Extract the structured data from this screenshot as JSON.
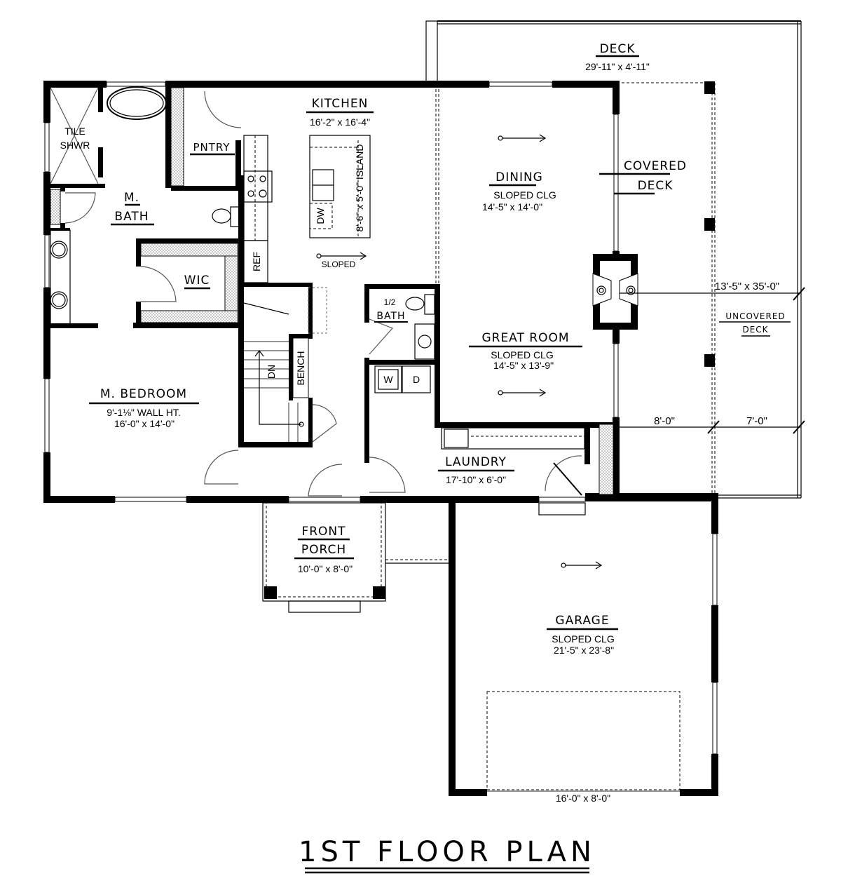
{
  "plan": {
    "title": "1ST FLOOR PLAN",
    "rooms": {
      "deck": {
        "name": "DECK",
        "size": "29'-11\" x 4'-11\""
      },
      "kitchen": {
        "name": "KITCHEN",
        "size": "16'-2\" x 16'-4\""
      },
      "island": {
        "label": "8'-6\" x 5'-0\" ISLAND",
        "dw": "DW"
      },
      "kitchen_sloped": "SLOPED",
      "ref": "REF",
      "pantry": {
        "name": "PNTRY"
      },
      "tile_shower": {
        "line1": "TILE",
        "line2": "SHWR"
      },
      "master_bath": {
        "line1": "M.",
        "line2": "BATH"
      },
      "wic": {
        "name": "WIC"
      },
      "dining": {
        "name": "DINING",
        "ceiling": "SLOPED CLG",
        "size": "14'-5\" x 14'-0\""
      },
      "covered_deck": {
        "line1": "COVERED",
        "line2": "DECK"
      },
      "uncovered_deck": {
        "line1": "UNCOVERED",
        "line2": "DECK",
        "size": "13'-5\" x 35'-0\""
      },
      "great_room": {
        "name": "GREAT ROOM",
        "ceiling": "SLOPED CLG",
        "size": "14'-5\" x 13'-9\""
      },
      "half_bath": {
        "line1": "1/2",
        "line2": "BATH"
      },
      "washer": "W",
      "dryer": "D",
      "master_bedroom": {
        "name": "M. BEDROOM",
        "wall_ht": "9'-1⅛\" WALL HT.",
        "size": "16'-0\" x 14'-0\""
      },
      "stairs": {
        "dn": "DN",
        "bench": "BENCH"
      },
      "laundry": {
        "name": "LAUNDRY",
        "size": "17'-10\" x 6'-0\""
      },
      "front_porch": {
        "line1": "FRONT",
        "line2": "PORCH",
        "size": "10'-0\" x 8'-0\""
      },
      "garage": {
        "name": "GARAGE",
        "ceiling": "SLOPED CLG",
        "size": "21'-5\" x 23'-8\"",
        "door": "16'-0\" x 8'-0\""
      }
    },
    "dimensions": {
      "deck_depth_left": "8'-0\"",
      "deck_depth_right": "7'-0\""
    }
  }
}
